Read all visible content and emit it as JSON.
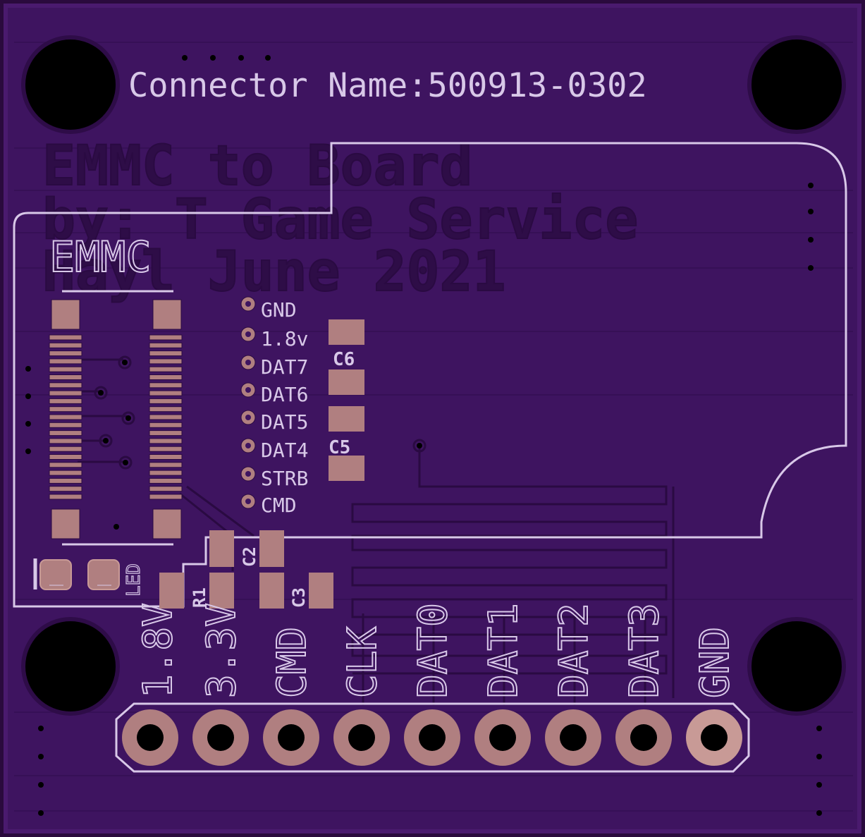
{
  "colors": {
    "substrate": "#2a0a3d",
    "board": "#3e1460",
    "board_edge": "#4a1a6e",
    "trace": "#2a0a42",
    "silk": "#d8c8e8",
    "pad": "#b07f80",
    "pad_ring": "#c89a96",
    "ghost_text": "#2e0d47",
    "hole": "#000000"
  },
  "header_title": "Connector Name:500913-0302",
  "ghost_lines": [
    "EMMC to Board",
    "by: T Game Service",
    "Hayl June 2021"
  ],
  "emmc_label": "EMMC",
  "pin_labels": [
    "GND",
    "1.8v",
    "DAT7",
    "DAT6",
    "DAT5",
    "DAT4",
    "STRB",
    "CMD"
  ],
  "components": {
    "c6": "C6",
    "c5": "C5",
    "c2": "C2",
    "c3": "C3",
    "r1": "R1",
    "led": "LED"
  },
  "header_pins": [
    "1.8V",
    "3.3V",
    "CMD",
    "CLK",
    "DAT0",
    "DAT1",
    "DAT2",
    "DAT3",
    "GND"
  ],
  "icons": {
    "mounting_hole": "mounting-hole-icon",
    "pin_pad": "through-hole-pad-icon"
  }
}
